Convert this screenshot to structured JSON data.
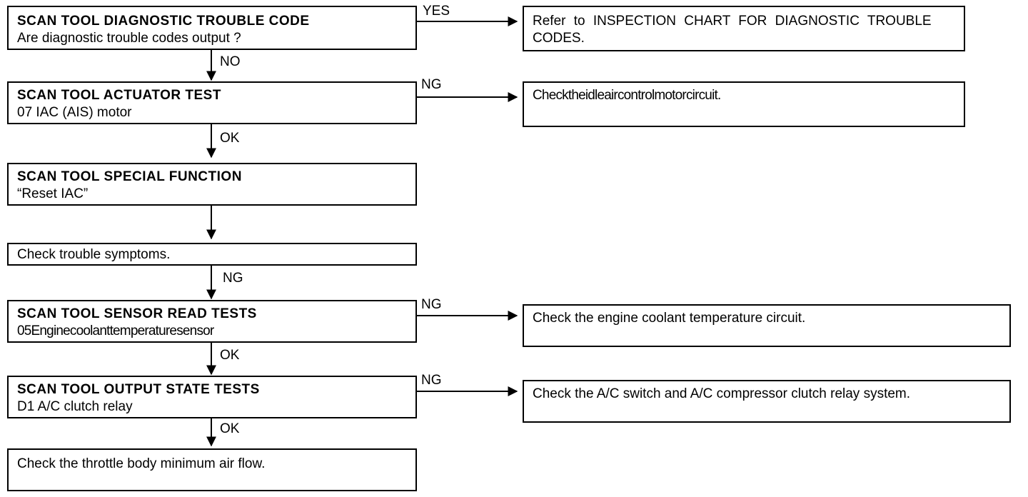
{
  "boxes": {
    "b1": {
      "title": "SCAN TOOL DIAGNOSTIC TROUBLE CODE",
      "sub": "Are diagnostic trouble codes output ?"
    },
    "b2": {
      "title": "SCAN TOOL ACTUATOR TEST",
      "sub": "07 IAC (AIS) motor"
    },
    "b3": {
      "title": "SCAN TOOL SPECIAL FUNCTION",
      "sub": "“Reset IAC”"
    },
    "b4": {
      "text": "Check trouble symptoms."
    },
    "b5": {
      "title": "SCAN TOOL SENSOR READ TESTS",
      "sub": "05Enginecoolanttemperaturesensor"
    },
    "b6": {
      "title": "SCAN TOOL OUTPUT STATE TESTS",
      "sub": "D1 A/C clutch relay"
    },
    "b7": {
      "text": "Check the throttle body minimum air flow."
    },
    "r1": {
      "text": "Refer to INSPECTION CHART FOR DIAGNOSTIC TROUBLE CODES."
    },
    "r2": {
      "text": "Checktheidleaircontrolmotorcircuit."
    },
    "r3": {
      "text": "Check the engine coolant temperature circuit."
    },
    "r4": {
      "text": "Check the A/C switch and A/C compressor clutch relay system."
    }
  },
  "labels": {
    "yes": "YES",
    "no": "NO",
    "ng1": "NG",
    "ok1": "OK",
    "ng2": "NG",
    "ng3": "NG",
    "ok2": "OK",
    "ng4": "NG",
    "ok3": "OK"
  }
}
